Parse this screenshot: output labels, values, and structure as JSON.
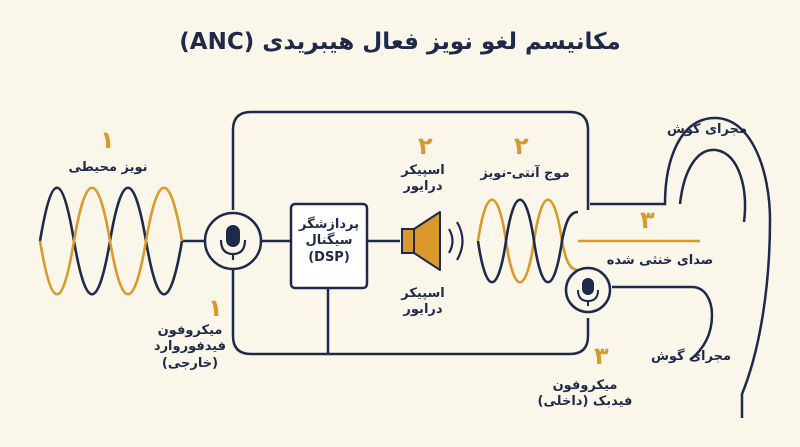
{
  "title": "مکانیسم لغو نویز فعال هیبریدی (ANC)",
  "colors": {
    "navy": "#1f2a4a",
    "accent": "#d99a2b",
    "background": "#fbf6ea",
    "box_fill": "#ffffff"
  },
  "ambient_noise": {
    "number": "۱",
    "label": "نویز محیطی"
  },
  "feedforward_mic": {
    "number": "۱",
    "label_line1": "میکروفون",
    "label_line2": "فیدفوروارد",
    "label_line3": "(خارجی)",
    "icon": "microphone-icon"
  },
  "dsp": {
    "line1": "پردازشگر",
    "line2": "سیگنال",
    "line3": "(DSP)"
  },
  "speaker_top": {
    "number": "۲",
    "line1": "اسپیکر",
    "line2": "درایور"
  },
  "speaker_bottom": {
    "line1": "اسپیکر",
    "line2": "درایور",
    "icon": "speaker-icon"
  },
  "anti_noise": {
    "number": "۲",
    "label": "موج آنتی-نویز"
  },
  "residual": {
    "number": "۳",
    "label": "صدای خنثی شده"
  },
  "ear_canal_top": {
    "label": "مجرای گوش"
  },
  "ear_canal_bottom": {
    "label": "مجرای گوش"
  },
  "feedback_mic": {
    "number": "۳",
    "label_line1": "میکروفون",
    "label_line2": "فیدبک (داخلی)",
    "icon": "microphone-icon"
  }
}
